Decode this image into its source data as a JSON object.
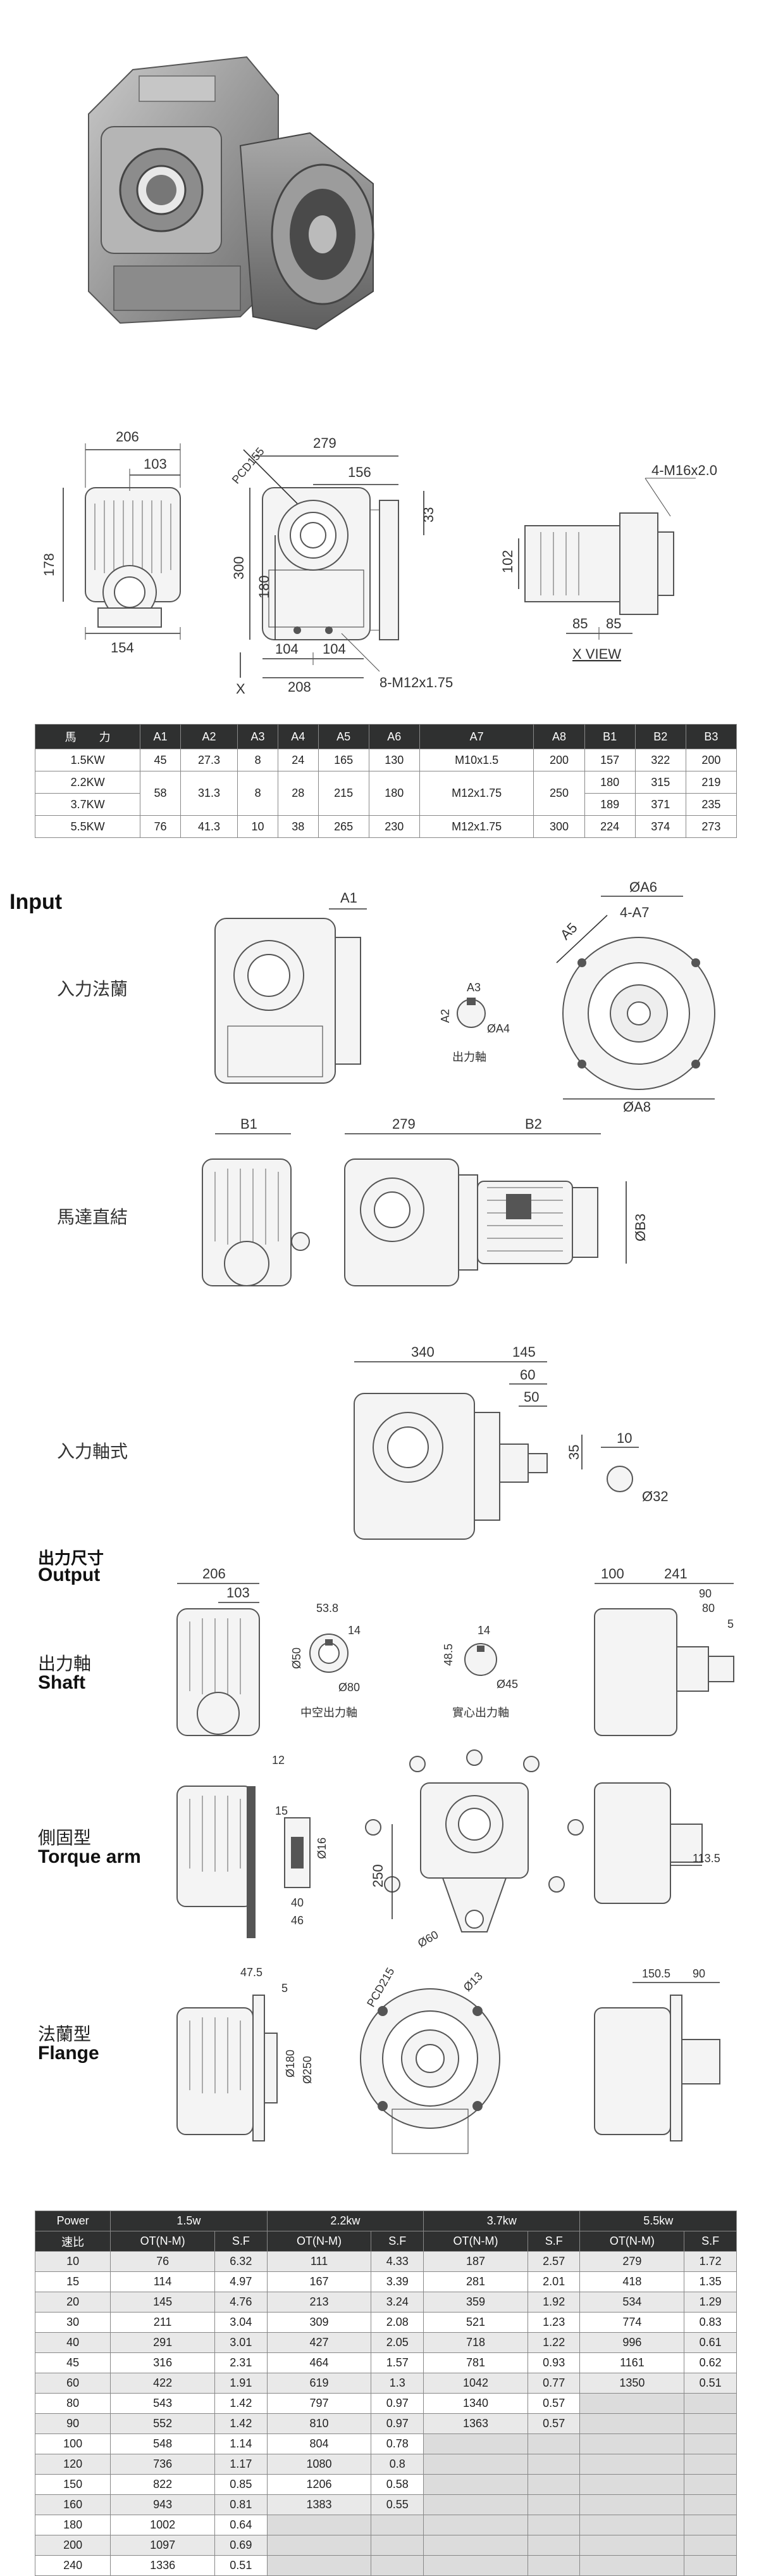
{
  "fig1": {
    "dims": [
      "206",
      "103",
      "178",
      "154",
      "279",
      "156",
      "PCD155",
      "300",
      "180",
      "33",
      "104",
      "104",
      "208",
      "8-M12x1.75",
      "X",
      "4-M16x2.0",
      "102",
      "85",
      "85",
      "X VIEW"
    ]
  },
  "table1": {
    "headers": [
      "馬　　力",
      "A1",
      "A2",
      "A3",
      "A4",
      "A5",
      "A6",
      "A7",
      "A8",
      "B1",
      "B2",
      "B3"
    ],
    "rows": [
      [
        "1.5KW",
        "45",
        "27.3",
        "8",
        "24",
        "165",
        "130",
        "M10x1.5",
        "200",
        "157",
        "322",
        "200"
      ],
      [
        "2.2KW",
        "58",
        "31.3",
        "8",
        "28",
        "215",
        "180",
        "M12x1.75",
        "250",
        "180",
        "315",
        "219"
      ],
      [
        "3.7KW",
        "",
        "",
        "",
        "",
        "",
        "",
        "",
        "",
        "189",
        "371",
        "235"
      ],
      [
        "5.5KW",
        "76",
        "41.3",
        "10",
        "38",
        "265",
        "230",
        "M12x1.75",
        "300",
        "224",
        "374",
        "273"
      ]
    ]
  },
  "input": {
    "heading": "Input",
    "flange_label": "入力法蘭",
    "motor_label": "馬達直結",
    "shaft_label": "入力軸式",
    "flange_dims": [
      "A1",
      "A3",
      "A2",
      "ØA4",
      "出力軸",
      "ØA6",
      "4-A7",
      "A5",
      "ØA8"
    ],
    "motor_dims": [
      "B1",
      "279",
      "B2",
      "ØB3"
    ],
    "shaft_dims": [
      "340",
      "145",
      "60",
      "50",
      "35",
      "10",
      "Ø32"
    ]
  },
  "output": {
    "heading_cn": "出力尺寸",
    "heading_en": "Output",
    "shaft_cn": "出力軸",
    "shaft_en": "Shaft",
    "shaft_dims": [
      "206",
      "103",
      "53.8",
      "14",
      "Ø50",
      "Ø80",
      "中空出力軸",
      "48.5",
      "14",
      "Ø45",
      "實心出力軸",
      "100",
      "241",
      "90",
      "80",
      "5"
    ],
    "torque_cn": "側固型",
    "torque_en": "Torque arm",
    "torque_dims": [
      "12",
      "15",
      "Ø16",
      "40",
      "46",
      "250",
      "Ø60",
      "113.5"
    ],
    "flange_cn": "法蘭型",
    "flange_en": "Flange",
    "flange_dims": [
      "47.5",
      "5",
      "Ø180",
      "Ø250",
      "PCD215",
      "Ø13",
      "150.5",
      "90"
    ]
  },
  "table2": {
    "power_label": "Power",
    "powers": [
      "1.5w",
      "2.2kw",
      "3.7kw",
      "5.5kw"
    ],
    "sub": [
      "速比",
      "OT(N-M)",
      "S.F",
      "OT(N-M)",
      "S.F",
      "OT(N-M)",
      "S.F",
      "OT(N-M)",
      "S.F"
    ],
    "rows": [
      [
        "10",
        "76",
        "6.32",
        "111",
        "4.33",
        "187",
        "2.57",
        "279",
        "1.72"
      ],
      [
        "15",
        "114",
        "4.97",
        "167",
        "3.39",
        "281",
        "2.01",
        "418",
        "1.35"
      ],
      [
        "20",
        "145",
        "4.76",
        "213",
        "3.24",
        "359",
        "1.92",
        "534",
        "1.29"
      ],
      [
        "30",
        "211",
        "3.04",
        "309",
        "2.08",
        "521",
        "1.23",
        "774",
        "0.83"
      ],
      [
        "40",
        "291",
        "3.01",
        "427",
        "2.05",
        "718",
        "1.22",
        "996",
        "0.61"
      ],
      [
        "45",
        "316",
        "2.31",
        "464",
        "1.57",
        "781",
        "0.93",
        "1161",
        "0.62"
      ],
      [
        "60",
        "422",
        "1.91",
        "619",
        "1.3",
        "1042",
        "0.77",
        "1350",
        "0.51"
      ],
      [
        "80",
        "543",
        "1.42",
        "797",
        "0.97",
        "1340",
        "0.57",
        "",
        ""
      ],
      [
        "90",
        "552",
        "1.42",
        "810",
        "0.97",
        "1363",
        "0.57",
        "",
        ""
      ],
      [
        "100",
        "548",
        "1.14",
        "804",
        "0.78",
        "",
        "",
        "",
        ""
      ],
      [
        "120",
        "736",
        "1.17",
        "1080",
        "0.8",
        "",
        "",
        "",
        ""
      ],
      [
        "150",
        "822",
        "0.85",
        "1206",
        "0.58",
        "",
        "",
        "",
        ""
      ],
      [
        "160",
        "943",
        "0.81",
        "1383",
        "0.55",
        "",
        "",
        "",
        ""
      ],
      [
        "180",
        "1002",
        "0.64",
        "",
        "",
        "",
        "",
        "",
        ""
      ],
      [
        "200",
        "1097",
        "0.69",
        "",
        "",
        "",
        "",
        "",
        ""
      ],
      [
        "240",
        "1336",
        "0.51",
        "",
        "",
        "",
        "",
        "",
        ""
      ]
    ]
  }
}
